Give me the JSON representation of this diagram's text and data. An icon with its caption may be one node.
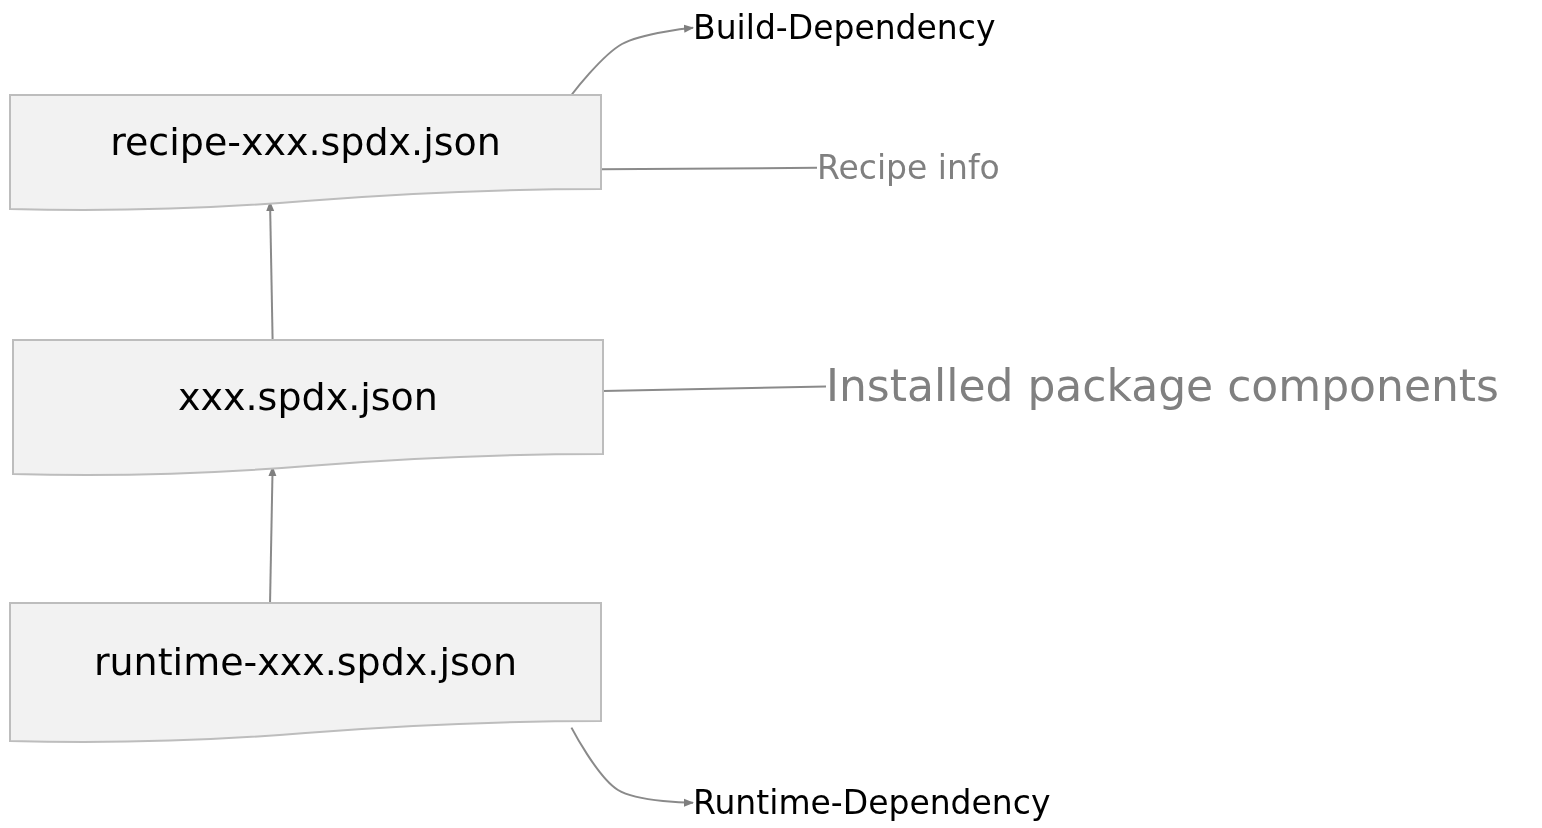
{
  "diagram": {
    "nodes": [
      {
        "text": [
          "recipe-xxx.spdx.json"
        ]
      },
      {
        "text": [
          "xxx.spdx.json"
        ]
      },
      {
        "text": [
          "runtime-xxx.spdx.json"
        ]
      },
      {
        "text": [
          "Build-Dependency"
        ]
      },
      {
        "text": [
          "Recipe info"
        ]
      },
      {
        "text": [
          "Installed package components"
        ]
      },
      {
        "text": [
          "Runtime-Dependency"
        ]
      }
    ],
    "edges": [
      {
        "from": 1,
        "to": 0,
        "arrow": "to"
      },
      {
        "from": 2,
        "to": 1,
        "arrow": "to"
      },
      {
        "from": 0,
        "to": 3,
        "arrow": "to"
      },
      {
        "from": 0,
        "to": 4,
        "arrow": "none"
      },
      {
        "from": 1,
        "to": 5,
        "arrow": "none"
      },
      {
        "from": 2,
        "to": 6,
        "arrow": "to"
      }
    ]
  }
}
